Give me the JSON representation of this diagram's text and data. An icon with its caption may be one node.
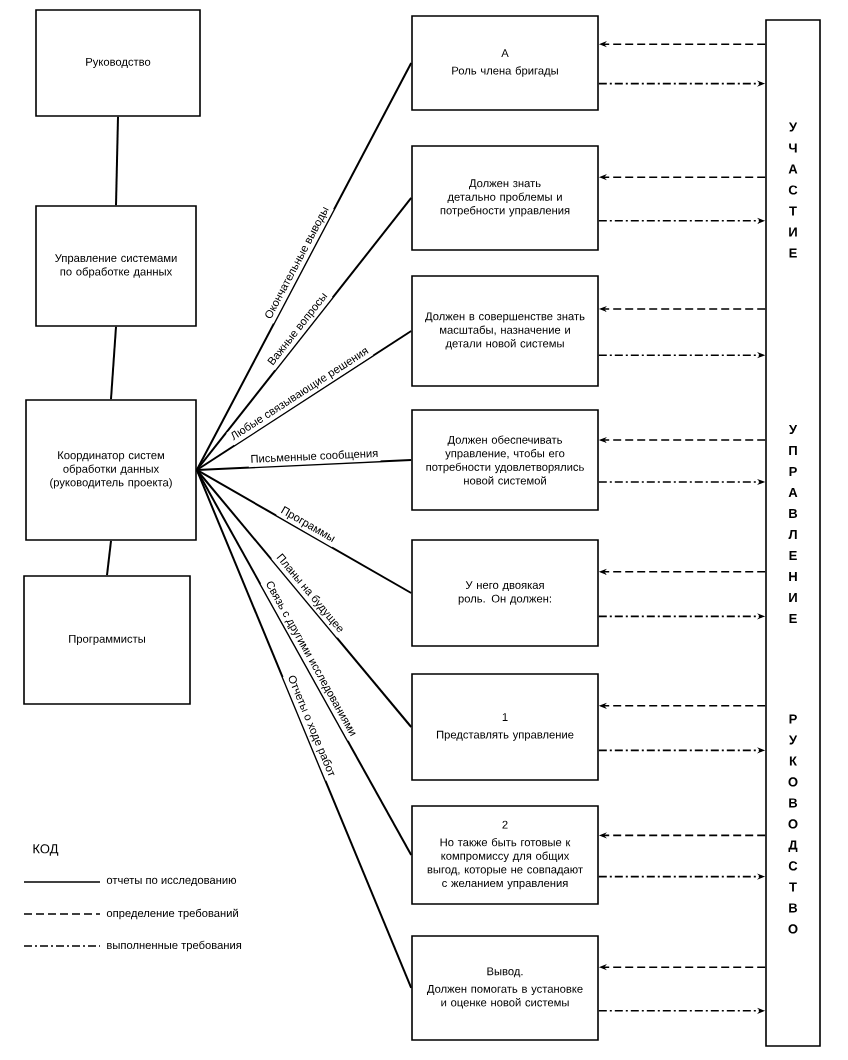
{
  "diagram": {
    "nodes": [
      {
        "text": [
          "Руководство"
        ]
      },
      {
        "text": [
          "Управление системами по обработке данных"
        ]
      },
      {
        "text": [
          "Координатор систем обработки данных (руководитель проекта)"
        ]
      },
      {
        "text": [
          "Программисты"
        ]
      },
      {
        "text": [
          "А",
          "Роль члена бригады"
        ]
      },
      {
        "text": [
          "Должен знать детально проблемы и потребности управления"
        ]
      },
      {
        "text": [
          "Должен в совершенстве знать масштабы, назначение и детали новой системы"
        ]
      },
      {
        "text": [
          "Должен обеспечивать управление, чтобы его потребности удовлетворялись новой системой"
        ]
      },
      {
        "text": [
          "У него двоякая роль. Он должен:"
        ]
      },
      {
        "text": [
          "1",
          "Представлять управление"
        ]
      },
      {
        "text": [
          "2",
          "Но также быть готовые к компромиссу для общих выгод, которые не совпадают с желанием управления"
        ]
      },
      {
        "text": [
          "Вывод.",
          "Должен помогать в установке и оценке новой системы"
        ]
      },
      {
        "text": [
          "УЧАСТИЕ",
          "УПРАВЛЕНИЕ",
          "РУКОВОДСТВО"
        ]
      }
    ],
    "edges": [
      {
        "from": 0,
        "to": 1,
        "arrow": "none"
      },
      {
        "from": 1,
        "to": 2,
        "arrow": "none"
      },
      {
        "from": 2,
        "to": 3,
        "arrow": "none"
      },
      {
        "from": 2,
        "to": 4,
        "arrow": "none",
        "label": "Окончательные выводы"
      },
      {
        "from": 2,
        "to": 5,
        "arrow": "none",
        "label": "Важные вопросы"
      },
      {
        "from": 2,
        "to": 6,
        "arrow": "none",
        "label": "Любые связывающие решения"
      },
      {
        "from": 2,
        "to": 7,
        "arrow": "none",
        "label": "Письменные сообщения"
      },
      {
        "from": 2,
        "to": 8,
        "arrow": "none",
        "label": "Программы"
      },
      {
        "from": 2,
        "to": 9,
        "arrow": "none",
        "label": "Планы на будущее"
      },
      {
        "from": 2,
        "to": 10,
        "arrow": "none",
        "label": "Связь с другими исследованиями"
      },
      {
        "from": 2,
        "to": 11,
        "arrow": "none",
        "label": "Отчеты о ходе работ"
      },
      {
        "from": 12,
        "to": 4,
        "arrow": "to",
        "style": "dashed"
      },
      {
        "from": 4,
        "to": 12,
        "arrow": "to",
        "style": "dashed"
      },
      {
        "from": 12,
        "to": 5,
        "arrow": "to",
        "style": "dashed"
      },
      {
        "from": 5,
        "to": 12,
        "arrow": "to",
        "style": "dashed"
      },
      {
        "from": 12,
        "to": 6,
        "arrow": "to",
        "style": "dashed"
      },
      {
        "from": 6,
        "to": 12,
        "arrow": "to",
        "style": "dashed"
      },
      {
        "from": 12,
        "to": 7,
        "arrow": "to",
        "style": "dashed"
      },
      {
        "from": 7,
        "to": 12,
        "arrow": "to",
        "style": "dashed"
      },
      {
        "from": 12,
        "to": 8,
        "arrow": "to",
        "style": "dashed"
      },
      {
        "from": 8,
        "to": 12,
        "arrow": "to",
        "style": "dashed"
      },
      {
        "from": 12,
        "to": 9,
        "arrow": "to",
        "style": "dashed"
      },
      {
        "from": 9,
        "to": 12,
        "arrow": "to",
        "style": "dashed"
      },
      {
        "from": 12,
        "to": 10,
        "arrow": "to",
        "style": "dashed"
      },
      {
        "from": 10,
        "to": 12,
        "arrow": "to",
        "style": "dashed"
      },
      {
        "from": 12,
        "to": 11,
        "arrow": "to",
        "style": "dashed"
      },
      {
        "from": 11,
        "to": 12,
        "arrow": "to",
        "style": "dashed"
      }
    ],
    "labels": [
      "КОД"
    ],
    "legend": [
      {
        "text": "отчеты по исследованию"
      },
      {
        "text": "определение требований"
      },
      {
        "text": "выполненные требования"
      }
    ]
  }
}
